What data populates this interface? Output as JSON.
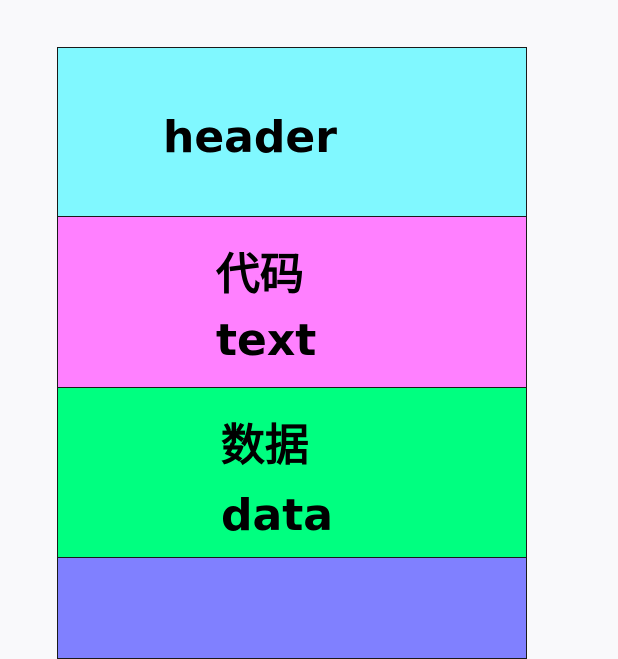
{
  "segments": [
    {
      "id": "header",
      "lines": [
        "header"
      ],
      "color": "#80f8ff"
    },
    {
      "id": "text",
      "lines": [
        "代码",
        "text"
      ],
      "color": "#ff80ff"
    },
    {
      "id": "data",
      "lines": [
        "数据",
        "data"
      ],
      "color": "#00ff80"
    },
    {
      "id": "bottom",
      "lines": [],
      "color": "#8080ff"
    }
  ]
}
